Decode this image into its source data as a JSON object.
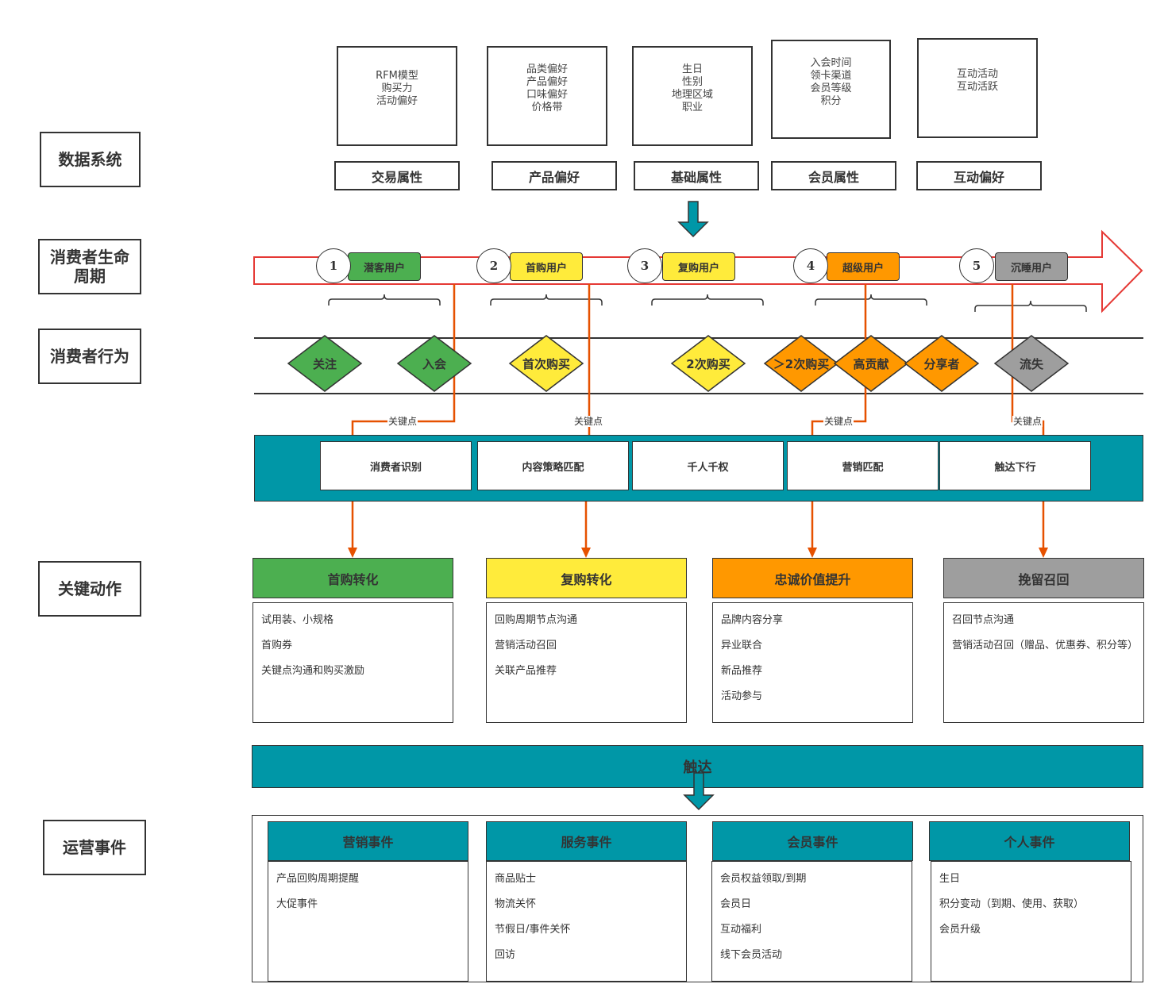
{
  "colors": {
    "green": "#4caf50",
    "yellow": "#ffeb3b",
    "orange": "#ff9800",
    "gray": "#9e9e9e",
    "teal": "#0097a7",
    "red_arrow": "#e53935",
    "connector": "#e65100"
  },
  "row_labels": {
    "data_system": "数据系统",
    "lifecycle": "消费者生命\n周期",
    "behavior": "消费者行为",
    "key_actions": "关键动作",
    "operations": "运营事件"
  },
  "data_attributes": [
    {
      "details": "RFM模型\n购买力\n活动偏好",
      "category": "交易属性"
    },
    {
      "details": "品类偏好\n产品偏好\n口味偏好\n价格带",
      "category": "产品偏好"
    },
    {
      "details": "生日\n性别\n地理区域\n职业",
      "category": "基础属性"
    },
    {
      "details": "入会时间\n领卡渠道\n会员等级\n积分",
      "category": "会员属性"
    },
    {
      "details": "互动活动\n互动活跃",
      "category": "互动偏好"
    }
  ],
  "lifecycle_stages": [
    {
      "number": "1",
      "label": "潜客用户",
      "color": "green"
    },
    {
      "number": "2",
      "label": "首购用户",
      "color": "yellow"
    },
    {
      "number": "3",
      "label": "复购用户",
      "color": "yellow"
    },
    {
      "number": "4",
      "label": "超级用户",
      "color": "orange"
    },
    {
      "number": "5",
      "label": "沉睡用户",
      "color": "gray"
    }
  ],
  "behaviors": [
    {
      "label": "关注",
      "color": "green"
    },
    {
      "label": "入会",
      "color": "green"
    },
    {
      "label": "首次购买",
      "color": "yellow"
    },
    {
      "label": "2次购买",
      "color": "yellow"
    },
    {
      "label": "＞2次购买",
      "color": "orange"
    },
    {
      "label": "高贡献",
      "color": "orange"
    },
    {
      "label": "分享者",
      "color": "orange"
    },
    {
      "label": "流失",
      "color": "gray"
    }
  ],
  "key_point_label": "关键点",
  "strategy_cells": [
    "消费者识别",
    "内容策略匹配",
    "千人千权",
    "营销匹配",
    "触达下行"
  ],
  "key_actions": [
    {
      "title": "首购转化",
      "color": "green",
      "items": [
        "试用装、小规格",
        "首购券",
        "关键点沟通和购买激励"
      ]
    },
    {
      "title": "复购转化",
      "color": "yellow",
      "items": [
        "回购周期节点沟通",
        "营销活动召回",
        "关联产品推荐"
      ]
    },
    {
      "title": "忠诚价值提升",
      "color": "orange",
      "items": [
        "品牌内容分享",
        "异业联合",
        "新品推荐",
        "活动参与"
      ]
    },
    {
      "title": "挽留召回",
      "color": "gray",
      "items": [
        "召回节点沟通",
        "营销活动召回（赠品、优惠券、积分等）"
      ]
    }
  ],
  "reach_label": "触达",
  "events": [
    {
      "title": "营销事件",
      "items": [
        "产品回购周期提醒",
        "大促事件"
      ]
    },
    {
      "title": "服务事件",
      "items": [
        "商品贴士",
        "物流关怀",
        "节假日/事件关怀",
        "回访"
      ]
    },
    {
      "title": "会员事件",
      "items": [
        "会员权益领取/到期",
        "会员日",
        "互动福利",
        "线下会员活动"
      ]
    },
    {
      "title": "个人事件",
      "items": [
        "生日",
        "积分变动（到期、使用、获取）",
        "会员升级"
      ]
    }
  ]
}
